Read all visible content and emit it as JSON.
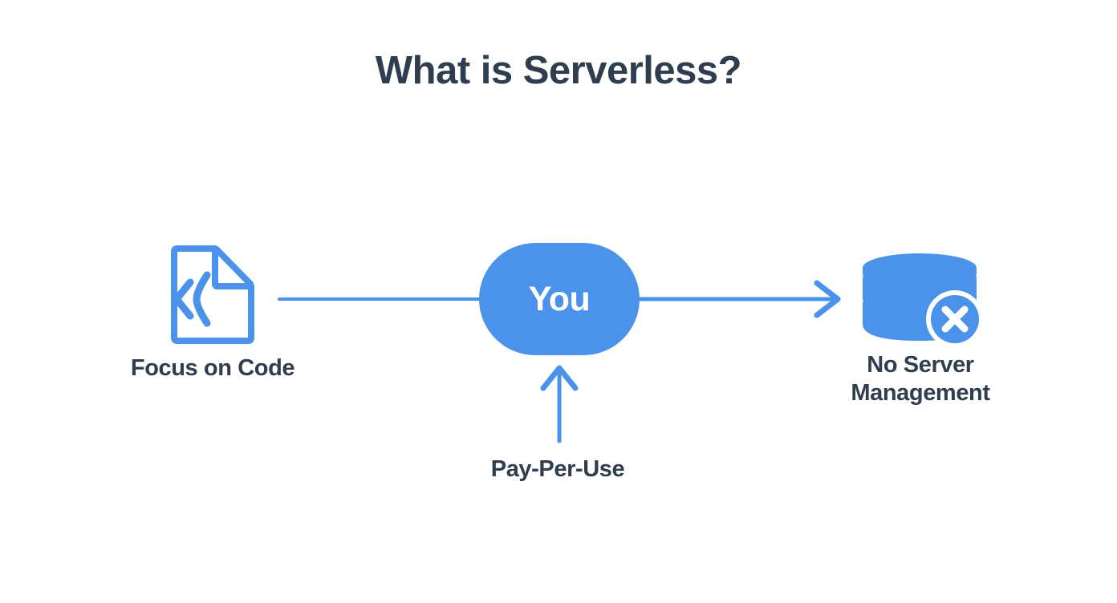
{
  "slide": {
    "title": "What is Serverless?",
    "background_color": "#ffffff",
    "text_color": "#2f3e4e",
    "accent_color": "#4a92ea"
  },
  "diagram": {
    "center_node": {
      "label": "You",
      "shape": "pill",
      "fill": "#4a92ea",
      "text_color": "#ffffff"
    },
    "left": {
      "icon": "code-file-icon",
      "caption": "Focus on Code",
      "icon_color": "#4a92ea"
    },
    "right": {
      "icon": "database-disabled-icon",
      "caption_line_1": "No Server",
      "caption_line_2": "Management",
      "icon_color": "#4a92ea"
    },
    "bottom": {
      "caption": "Pay-Per-Use",
      "arrow": "arrow-up-icon",
      "arrow_color": "#4a92ea"
    },
    "connectors": [
      {
        "name": "left-to-center",
        "from": "code-file-icon",
        "to": "You",
        "arrowhead": false
      },
      {
        "name": "center-to-right",
        "from": "You",
        "to": "database-disabled-icon",
        "arrowhead": true
      },
      {
        "name": "bottom-to-center",
        "from": "Pay-Per-Use",
        "to": "You",
        "arrowhead": true
      }
    ]
  }
}
